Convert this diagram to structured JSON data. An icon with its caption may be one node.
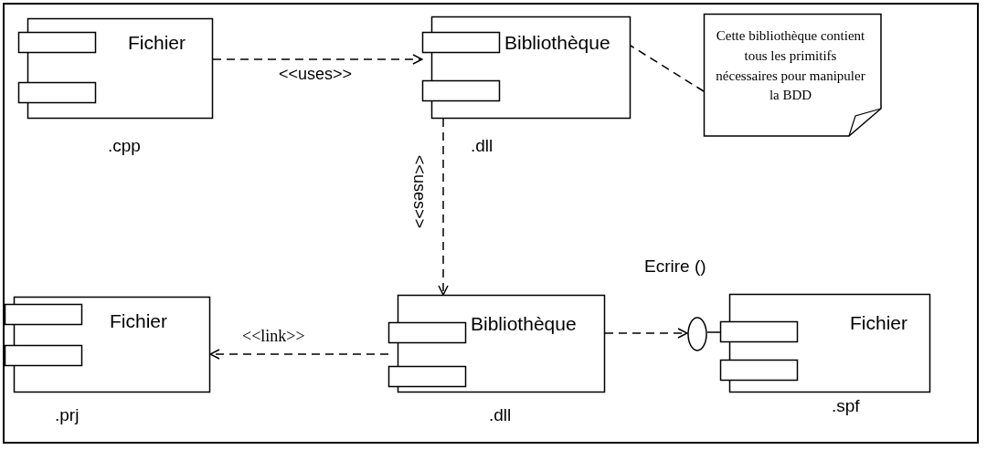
{
  "diagram": {
    "nodes": [
      {
        "text": [
          "Fichier"
        ],
        "beside": [
          ".cpp"
        ]
      },
      {
        "text": [
          "Bibliothèque"
        ],
        "beside": [
          ".dll"
        ]
      },
      {
        "text": [
          "Cette bibliothèque contient tous les primitifs nécessaires pour manipuler la BDD"
        ]
      },
      {
        "text": [
          "Fichier"
        ],
        "beside": [
          ".prj"
        ]
      },
      {
        "text": [
          "Bibliothèque"
        ],
        "beside": [
          ".dll"
        ]
      },
      {
        "text": [],
        "shape": "circle",
        "beside": [
          "Ecrire ()"
        ]
      },
      {
        "text": [
          "Fichier"
        ],
        "beside": [
          ".spf"
        ]
      }
    ],
    "edges": [
      {
        "from": 0,
        "to": 1,
        "arrow": "to",
        "label": "<<uses>>",
        "style": "dashed"
      },
      {
        "from": 2,
        "to": 1,
        "arrow": "none",
        "style": "dashed"
      },
      {
        "from": 1,
        "to": 4,
        "arrow": "to",
        "label": "<<uses>>",
        "style": "dashed"
      },
      {
        "from": 4,
        "to": 3,
        "arrow": "to",
        "label": "<<link>>",
        "style": "dashed"
      },
      {
        "from": 4,
        "to": 5,
        "arrow": "to",
        "style": "dashed"
      },
      {
        "from": 6,
        "to": 5,
        "arrow": "none"
      }
    ]
  }
}
